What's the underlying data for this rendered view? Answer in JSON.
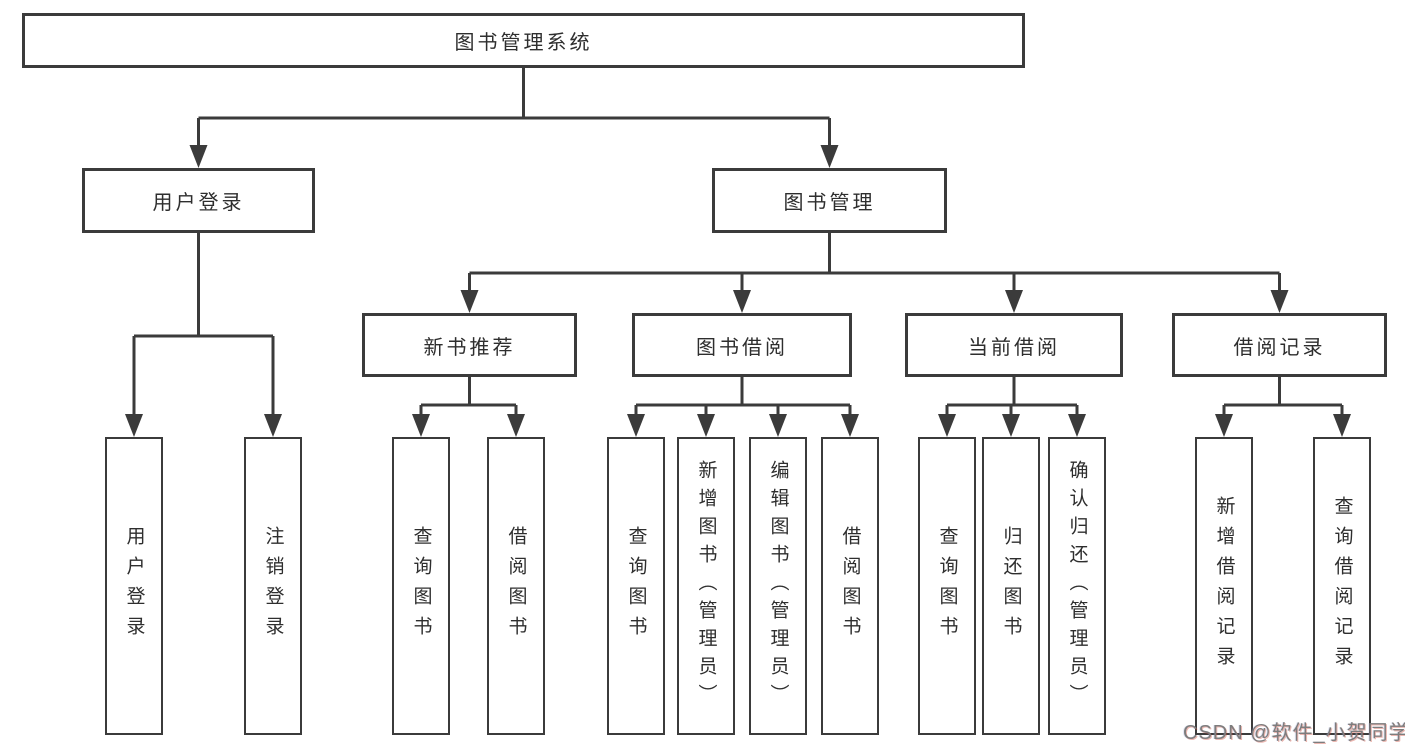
{
  "diagram": {
    "title_note": "functional structure diagram",
    "root": {
      "label": "图书管理系统"
    },
    "level2": [
      {
        "id": "user-login",
        "label": "用户登录"
      },
      {
        "id": "book-management",
        "label": "图书管理"
      }
    ],
    "level3": [
      {
        "id": "new-book-recommend",
        "label": "新书推荐"
      },
      {
        "id": "book-borrow",
        "label": "图书借阅"
      },
      {
        "id": "current-borrow",
        "label": "当前借阅"
      },
      {
        "id": "borrow-records",
        "label": "借阅记录"
      }
    ],
    "leaves": [
      {
        "id": "user-login",
        "label": "用户登录",
        "parent": "用户登录"
      },
      {
        "id": "logout",
        "label": "注销登录",
        "parent": "用户登录"
      },
      {
        "id": "query-books-1",
        "label": "查询图书",
        "parent": "新书推荐"
      },
      {
        "id": "borrow-books-1",
        "label": "借阅图书",
        "parent": "新书推荐"
      },
      {
        "id": "query-books-2",
        "label": "查询图书",
        "parent": "图书借阅"
      },
      {
        "id": "add-book-admin",
        "label": "新增图书（管理员）",
        "parent": "图书借阅"
      },
      {
        "id": "edit-book-admin",
        "label": "编辑图书（管理员）",
        "parent": "图书借阅"
      },
      {
        "id": "borrow-books-2",
        "label": "借阅图书",
        "parent": "图书借阅"
      },
      {
        "id": "query-books-3",
        "label": "查询图书",
        "parent": "当前借阅"
      },
      {
        "id": "return-book",
        "label": "归还图书",
        "parent": "当前借阅"
      },
      {
        "id": "confirm-return-admin",
        "label": "确认归还（管理员）",
        "parent": "当前借阅"
      },
      {
        "id": "add-borrow-record",
        "label": "新增借阅记录",
        "parent": "借阅记录"
      },
      {
        "id": "query-borrow-record",
        "label": "查询借阅记录",
        "parent": "借阅记录"
      }
    ]
  },
  "watermark": {
    "text": "CSDN @软件_小贺同学"
  },
  "colors": {
    "line": "#3b3b3b",
    "text": "#2e2e2e",
    "background": "#ffffff",
    "watermark_gray": "#7d7d7d",
    "watermark_red_fringe": "#cd4b3c"
  }
}
